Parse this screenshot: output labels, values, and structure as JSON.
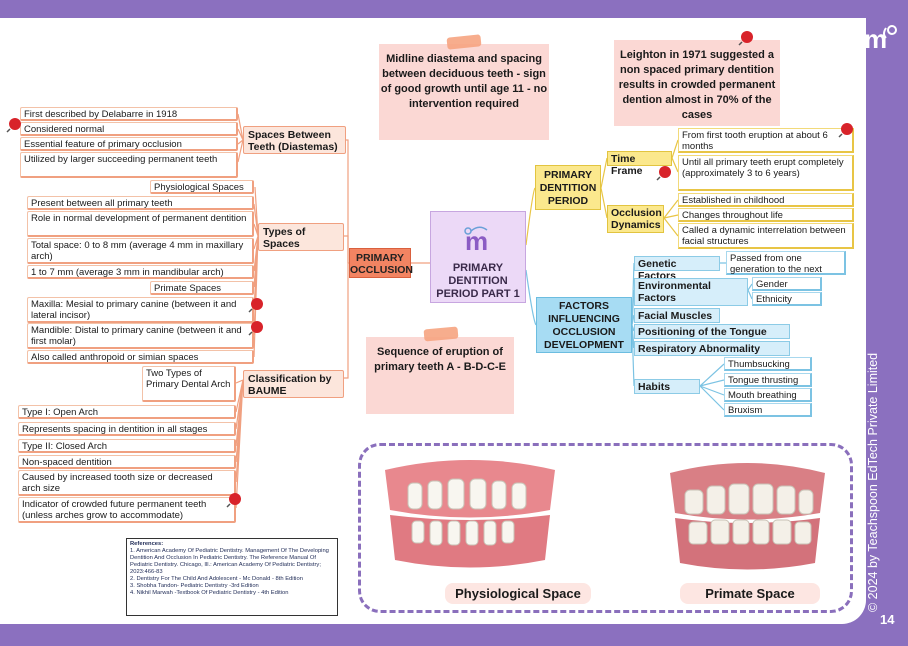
{
  "copyright": "© 2024 by Teachspoon EdTech Private Limited",
  "page_number": "14",
  "center": {
    "title": "PRIMARY DENTITION PERIOD PART 1"
  },
  "primary_occlusion": {
    "title": "PRIMARY OCCLUSION",
    "spaces": {
      "title": "Spaces Between Teeth (Diastemas)",
      "items": [
        "First described by Delabarre in 1918",
        "Considered normal",
        "Essential feature of primary occlusion",
        "Utilized by larger succeeding permanent teeth"
      ]
    },
    "types": {
      "title": "Types of Spaces",
      "physiological": "Physiological Spaces",
      "primate": "Primate Spaces",
      "items": [
        "Present between all primary teeth",
        "Role in normal development of permanent dentition",
        "Total space: 0 to 8 mm (average 4 mm in maxillary arch)",
        "1 to 7 mm (average 3 mm in mandibular arch)",
        "Maxilla: Mesial to primary canine (between it and lateral incisor)",
        "Mandible: Distal to primary canine (between it and first molar)",
        "Also called anthropoid or simian spaces"
      ]
    },
    "baume": {
      "title": "Classification by BAUME",
      "two_types": "Two Types of Primary Dental Arch",
      "items": [
        "Type I: Open Arch",
        "Represents spacing in dentition in all stages",
        "Type II: Closed Arch",
        "Non-spaced dentition",
        "Caused by increased tooth size or decreased arch size",
        "Indicator of crowded future permanent teeth (unless arches grow to accommodate)"
      ]
    }
  },
  "primary_dentition_period": {
    "title": "PRIMARY DENTITION PERIOD",
    "time_frame": {
      "title": "Time Frame",
      "items": [
        "From first tooth eruption at about 6 months",
        "Until all primary teeth erupt completely (approximately 3 to 6 years)"
      ]
    },
    "dynamics": {
      "title": "Occlusion Dynamics",
      "items": [
        "Established in childhood",
        "Changes throughout life",
        "Called a dynamic interrelation between facial structures"
      ]
    }
  },
  "factors": {
    "title": "FACTORS INFLUENCING OCCLUSION DEVELOPMENT",
    "genetic": {
      "title": "Genetic Factors",
      "detail": "Passed from one generation to the next"
    },
    "environmental": {
      "title": "Environmental Factors",
      "items": [
        "Gender",
        "Ethnicity"
      ]
    },
    "facial_muscles": "Facial Muscles",
    "tongue": "Positioning of the Tongue",
    "respiratory": "Respiratory Abnormality",
    "habits": {
      "title": "Habits",
      "items": [
        "Thumbsucking",
        "Tongue thrusting",
        "Mouth breathing",
        "Bruxism"
      ]
    }
  },
  "notes": [
    "Midline diastema and spacing between deciduous teeth - sign of good growth until age 11 - no intervention required",
    "Leighton in 1971 suggested a non spaced primary dentition results in crowded permanent dention almost in 70% of the cases",
    "Sequence of eruption of primary teeth A - B-D-C-E"
  ],
  "references": {
    "title": "References:",
    "items": [
      "1. American Academy Of Pediatric Dentistry. Management Of The Developing Dentition And Occlusion In Pediatric Dentistry. The Reference Manual Of Pediatric Dentistry. Chicago, Ill.: American Academy Of Pediatric Dentistry; 2023:466-83",
      "2. Dentistry For The Child And Adolescent - Mc Donald - 8th Edition",
      "3. Shobha Tandon- Pediatric Dentistry -3rd Edition",
      "4. Nikhil Marwah -Textbook Of Pediatric Dentistry - 4th Edition"
    ]
  },
  "illustrations": [
    "Physiological Space",
    "Primate Space"
  ],
  "colors": {
    "background": "#8b70bf",
    "primary_occlusion": "#f28462",
    "dentition_period": "#fbe88d",
    "factors": "#a7dcf3",
    "center": "#ecd9f7"
  }
}
